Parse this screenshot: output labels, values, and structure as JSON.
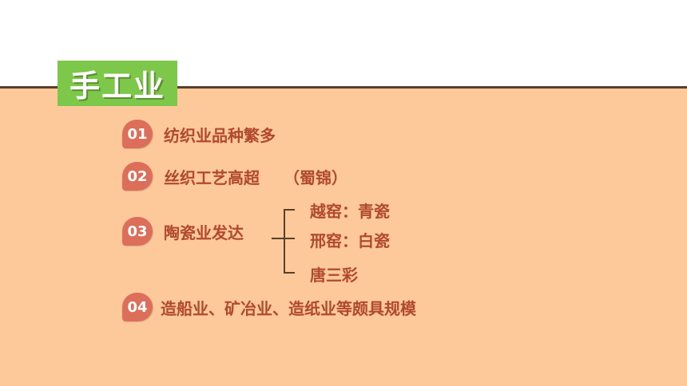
{
  "slide": {
    "title": "手工业",
    "items": [
      {
        "number": "01",
        "text": "纺织业品种繁多"
      },
      {
        "number": "02",
        "text": "丝织工艺高超",
        "extra": "（蜀锦）"
      },
      {
        "number": "03",
        "text": "陶瓷业发达"
      },
      {
        "number": "04",
        "text": "造船业、矿冶业、造纸业等颇具规模"
      }
    ],
    "ceramics": [
      "越窑：青瓷",
      "邢窑：白瓷",
      "唐三彩"
    ]
  },
  "colors": {
    "title_bg": "#7dc84a",
    "content_bg": "#fec99a",
    "badge": "#dd6e5a",
    "text": "#b04a2a",
    "divider": "#5a3f2b"
  }
}
